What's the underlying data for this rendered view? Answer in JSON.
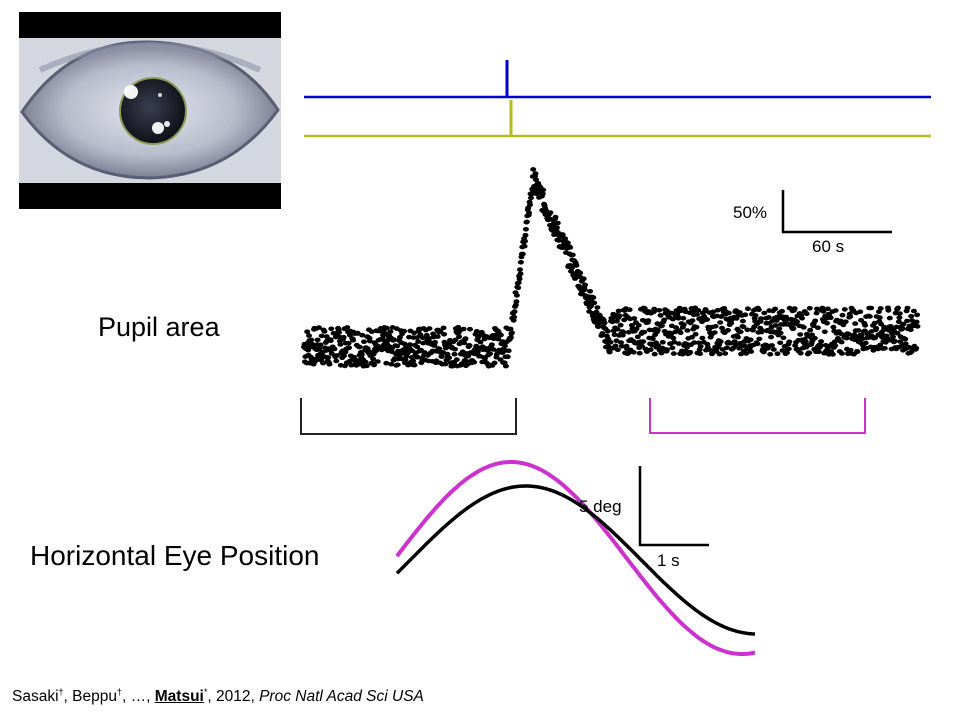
{
  "labels": {
    "pupil_area": "Pupil area",
    "horizontal_eye_position": "Horizontal Eye Position"
  },
  "scale_bars": {
    "pupil_vertical": "50%",
    "pupil_horizontal": "60 s",
    "eye_vertical": "5 deg",
    "eye_horizontal": "1 s"
  },
  "citation": {
    "author1": "Sasaki",
    "mark1": "†",
    "sep1": ", ",
    "author2": "Beppu",
    "mark2": "†",
    "sep2": ", …, ",
    "author3": "Matsui",
    "mark3": "*",
    "year": ", 2012, ",
    "journal": "Proc Natl Acad Sci USA"
  },
  "colors": {
    "stimulus_blue": "#0000cc",
    "stimulus_yellow": "#b8b820",
    "baseline_black": "#000000",
    "post_magenta": "#cc33cc"
  },
  "icons": {
    "eye_photo": "eye-photo-icon"
  },
  "chart_data": [
    {
      "type": "scatter",
      "name_in_figure": "Pupil area",
      "xlabel": "",
      "ylabel": "",
      "scale_bar_y": "50%",
      "scale_bar_x": "60 s",
      "ylim": [
        0,
        100
      ],
      "segments": [
        {
          "t": [
            0,
            50
          ],
          "mean": 15,
          "spread": 10
        },
        {
          "t": [
            50,
            56
          ],
          "mean_start": 15,
          "mean_end": 100,
          "spread": 4
        },
        {
          "t": [
            56,
            75
          ],
          "mean_start": 100,
          "mean_end": 15,
          "spread": 6
        },
        {
          "t": [
            75,
            150
          ],
          "mean": 23,
          "spread": 12
        }
      ],
      "t_range": [
        0,
        150
      ],
      "brackets": [
        {
          "t": [
            0,
            50
          ],
          "color": "#000000"
        },
        {
          "t": [
            84,
            137
          ],
          "color": "#cc33cc"
        }
      ],
      "stimulus_t": 50
    },
    {
      "type": "line",
      "name_in_figure": "Horizontal Eye Position",
      "scale_bar_y": "5 deg",
      "scale_bar_x": "1 s",
      "series": [
        {
          "color": "#cc33cc",
          "amplitude": 1.1
        },
        {
          "color": "#000000",
          "amplitude": 0.95
        }
      ],
      "waveform": "sine"
    }
  ]
}
